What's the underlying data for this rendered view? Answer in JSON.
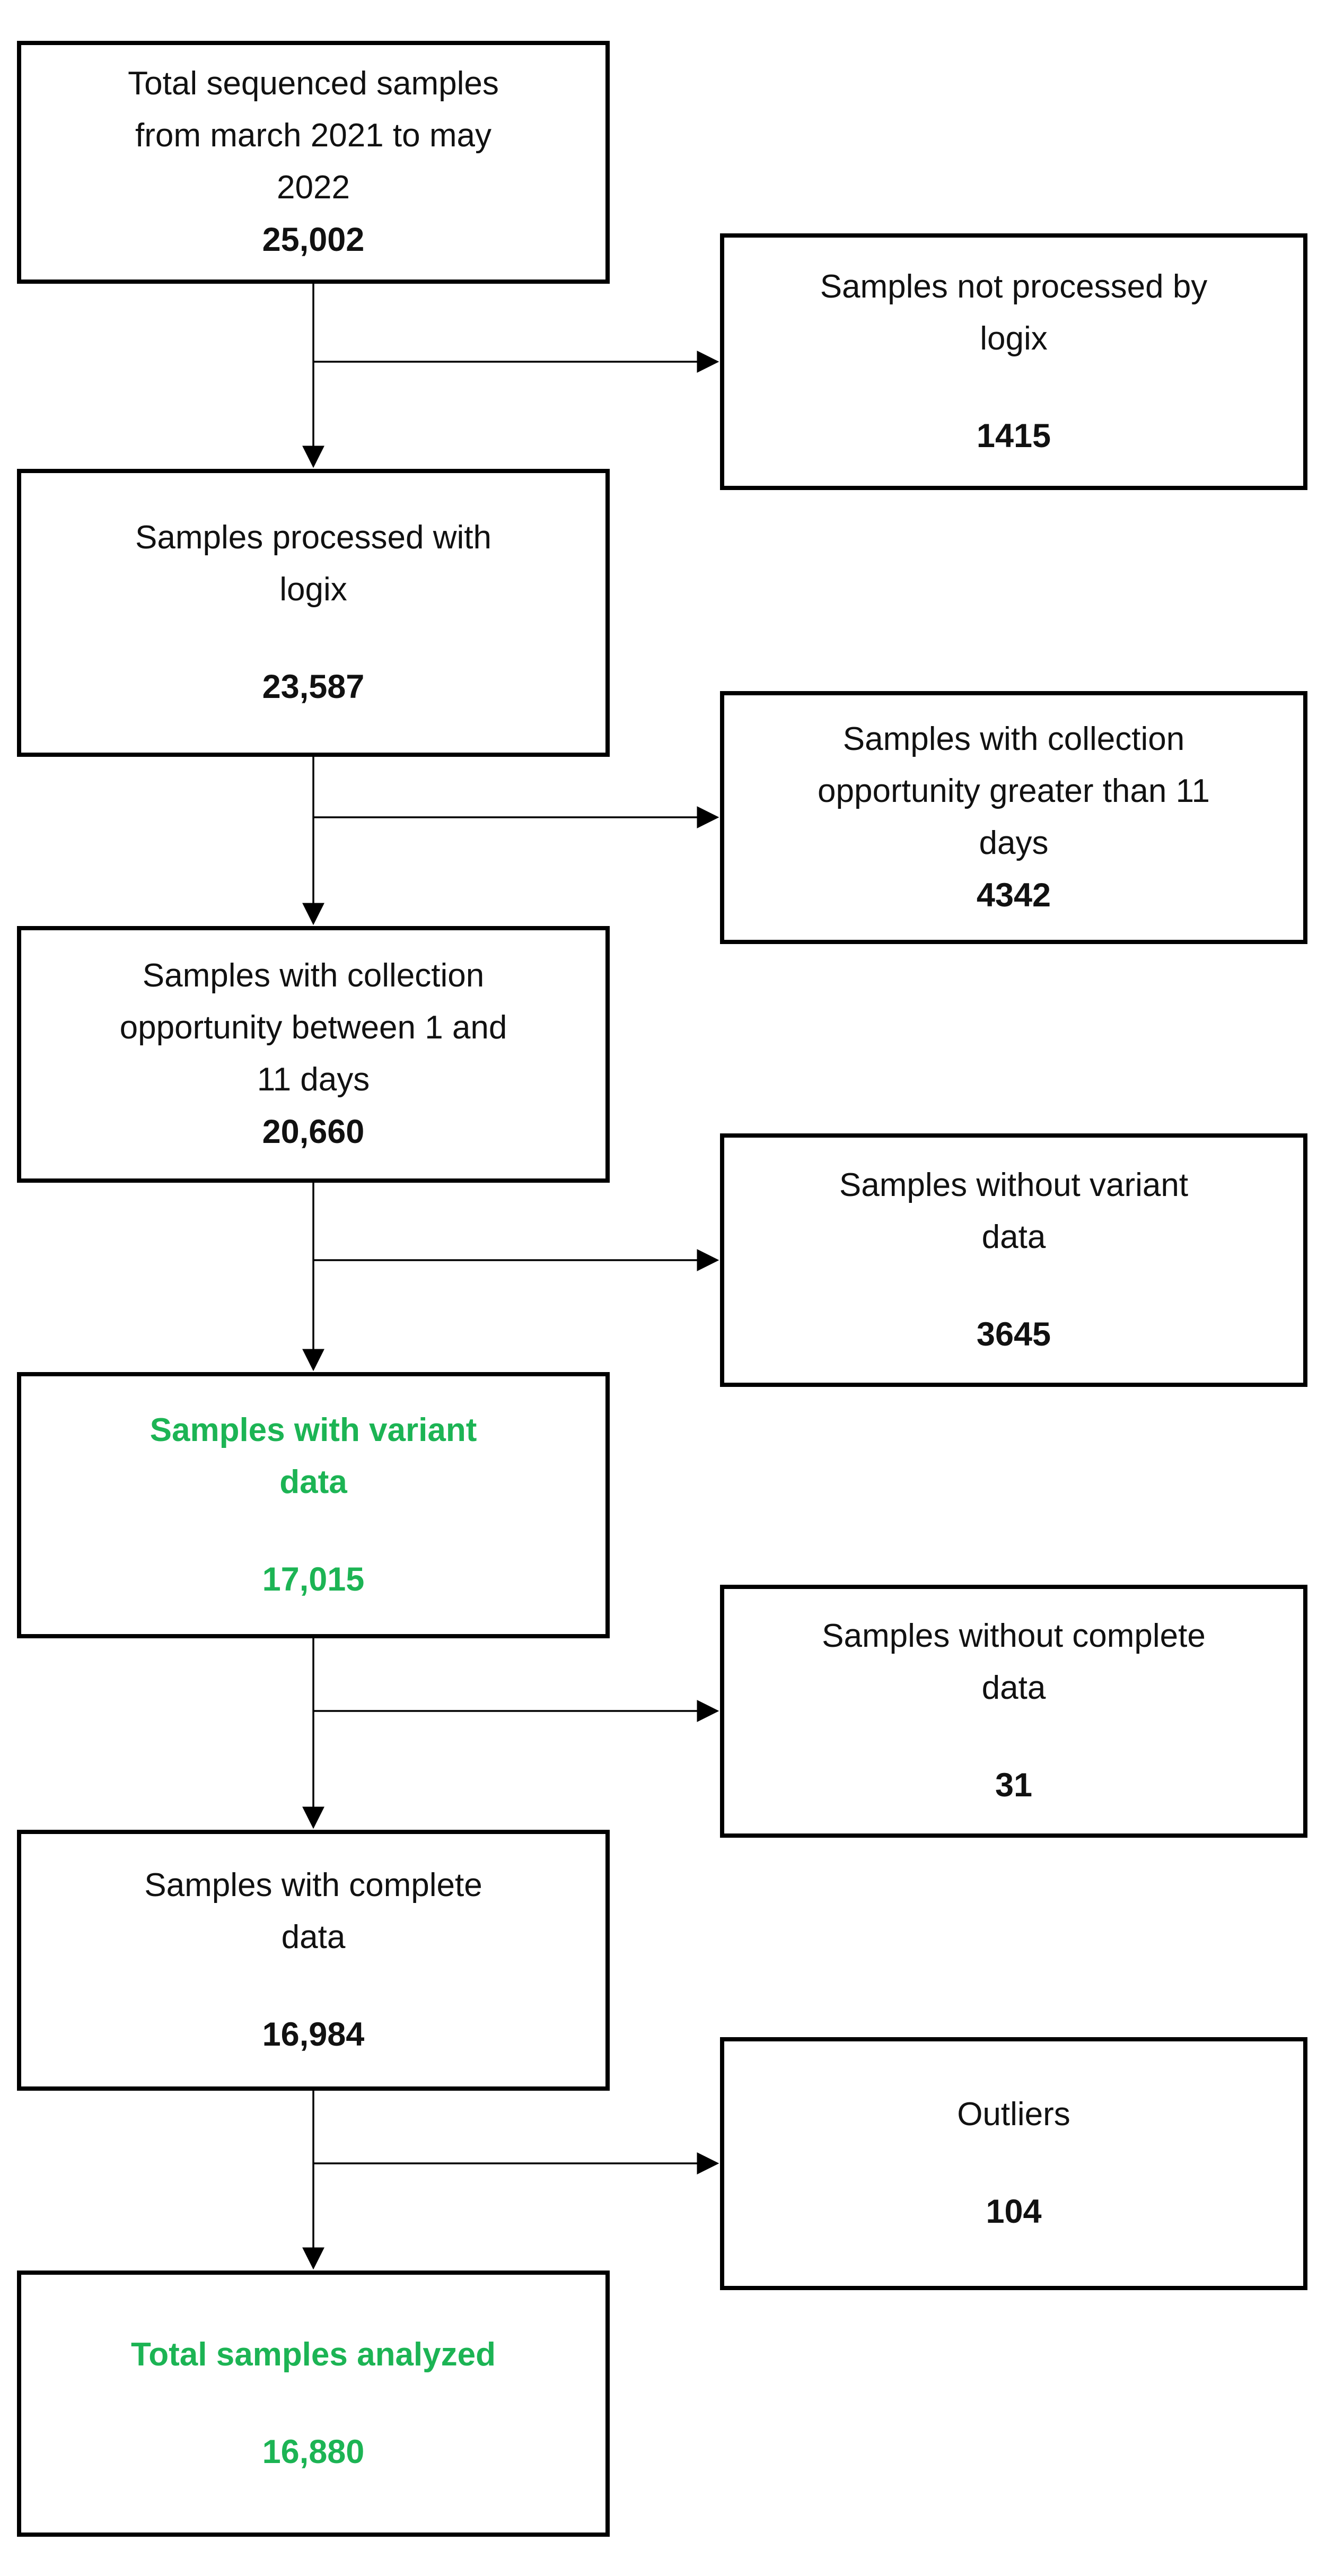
{
  "flowchart": {
    "colors": {
      "highlight_green": "#1CB454",
      "box_border": "#000000",
      "text": "#111111",
      "background": "#FFFFFF"
    },
    "nodes": [
      {
        "id": "total-sequenced",
        "label": "Total sequenced samples\nfrom march 2021 to may\n2022",
        "value": "25,002",
        "column": "main",
        "emphasis": "black"
      },
      {
        "id": "not-processed-logix",
        "label": "Samples not processed by\nlogix",
        "value": "1415",
        "column": "side",
        "emphasis": "black"
      },
      {
        "id": "processed-logix",
        "label": "Samples processed with\nlogix",
        "value": "23,587",
        "column": "main",
        "emphasis": "black"
      },
      {
        "id": "collection-gt-11-days",
        "label": "Samples with collection\nopportunity greater than 11\ndays",
        "value": "4342",
        "column": "side",
        "emphasis": "black"
      },
      {
        "id": "collection-1-to-11-days",
        "label": "Samples with collection\nopportunity between 1 and\n11 days",
        "value": "20,660",
        "column": "main",
        "emphasis": "black"
      },
      {
        "id": "without-variant-data",
        "label": "Samples without variant\ndata",
        "value": "3645",
        "column": "side",
        "emphasis": "black"
      },
      {
        "id": "with-variant-data",
        "label": "Samples with variant\ndata",
        "value": "17,015",
        "column": "main",
        "emphasis": "green"
      },
      {
        "id": "without-complete-data",
        "label": "Samples without complete\ndata",
        "value": "31",
        "column": "side",
        "emphasis": "black"
      },
      {
        "id": "with-complete-data",
        "label": "Samples with complete\ndata",
        "value": "16,984",
        "column": "main",
        "emphasis": "black"
      },
      {
        "id": "outliers",
        "label": "Outliers",
        "value": "104",
        "column": "side",
        "emphasis": "black"
      },
      {
        "id": "total-analyzed",
        "label": "Total samples analyzed",
        "value": "16,880",
        "column": "main",
        "emphasis": "green"
      }
    ],
    "edges": [
      {
        "from": "total-sequenced",
        "to": "processed-logix"
      },
      {
        "from": "total-sequenced",
        "to": "not-processed-logix"
      },
      {
        "from": "processed-logix",
        "to": "collection-1-to-11-days"
      },
      {
        "from": "processed-logix",
        "to": "collection-gt-11-days"
      },
      {
        "from": "collection-1-to-11-days",
        "to": "with-variant-data"
      },
      {
        "from": "collection-1-to-11-days",
        "to": "without-variant-data"
      },
      {
        "from": "with-variant-data",
        "to": "with-complete-data"
      },
      {
        "from": "with-variant-data",
        "to": "without-complete-data"
      },
      {
        "from": "with-complete-data",
        "to": "total-analyzed"
      },
      {
        "from": "with-complete-data",
        "to": "outliers"
      }
    ]
  }
}
